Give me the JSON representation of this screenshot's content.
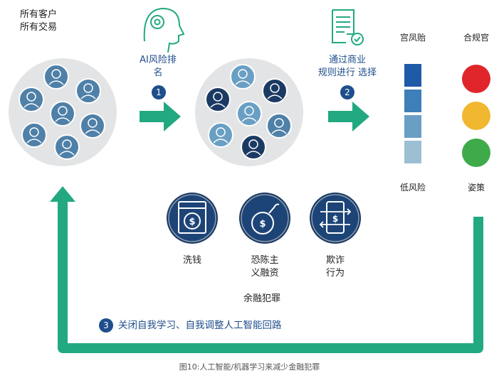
{
  "population_labels": [
    "所有客户",
    "所有交易"
  ],
  "step1": {
    "label_line1": "AI风险排",
    "label_line2": "名",
    "number": "1"
  },
  "step2": {
    "label_line1": "通过商业",
    "label_line2": "规则进行 选择",
    "number": "2"
  },
  "risk_scale": {
    "top_label": "宫凤贻",
    "bottom_label": "低风险",
    "colors": [
      "#1f5aa8",
      "#3d7fb8",
      "#6a9fc4",
      "#9dbfd3"
    ]
  },
  "policy": {
    "top_label": "合规官",
    "bottom_label": "姿策",
    "colors": [
      "#e0262b",
      "#f0b72f",
      "#3faa4a"
    ]
  },
  "crimes": {
    "items": [
      {
        "icon": "washing-machine-dollar-icon",
        "lines": [
          "洗钱"
        ]
      },
      {
        "icon": "bomb-dollar-icon",
        "lines": [
          "恐陈主",
          "义融资"
        ]
      },
      {
        "icon": "phone-exchange-dollar-icon",
        "lines": [
          "欺诈",
          "行为"
        ]
      }
    ],
    "group_label": "余融犯罪"
  },
  "step3": {
    "number": "3",
    "label": "关闭自我学习、自我调整人工智能回路"
  },
  "caption": "图10:人工智能/机器学习来减少金融犯罪",
  "colors": {
    "accent_green": "#23a982",
    "dark_navy": "#1b3a63",
    "steel_blue": "#4f80a8",
    "light_gray": "#e3e4e5"
  }
}
